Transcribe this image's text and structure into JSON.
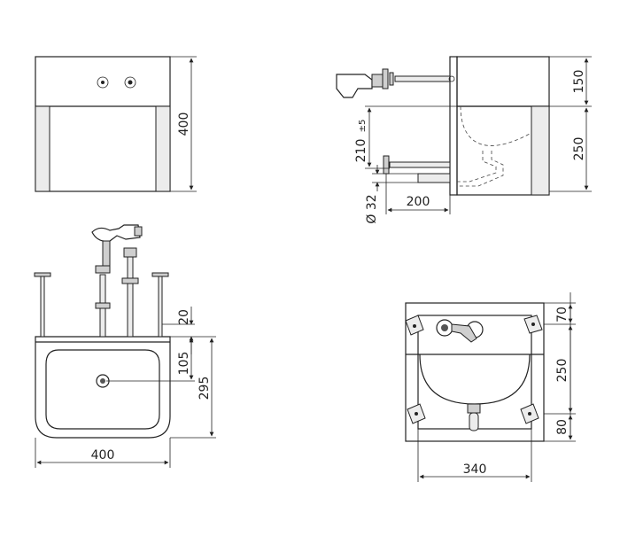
{
  "dimensions": {
    "front_height": "400",
    "side_upper": "150",
    "side_lower": "250",
    "side_drain_height_value": "210",
    "side_drain_height_tolerance": "±5",
    "side_pipe_diameter": "Ø 32",
    "side_pipe_length": "200",
    "top_20": "20",
    "top_105": "105",
    "top_295": "295",
    "top_width": "400",
    "rear_70": "70",
    "rear_250": "250",
    "rear_80": "80",
    "rear_width": "340"
  }
}
